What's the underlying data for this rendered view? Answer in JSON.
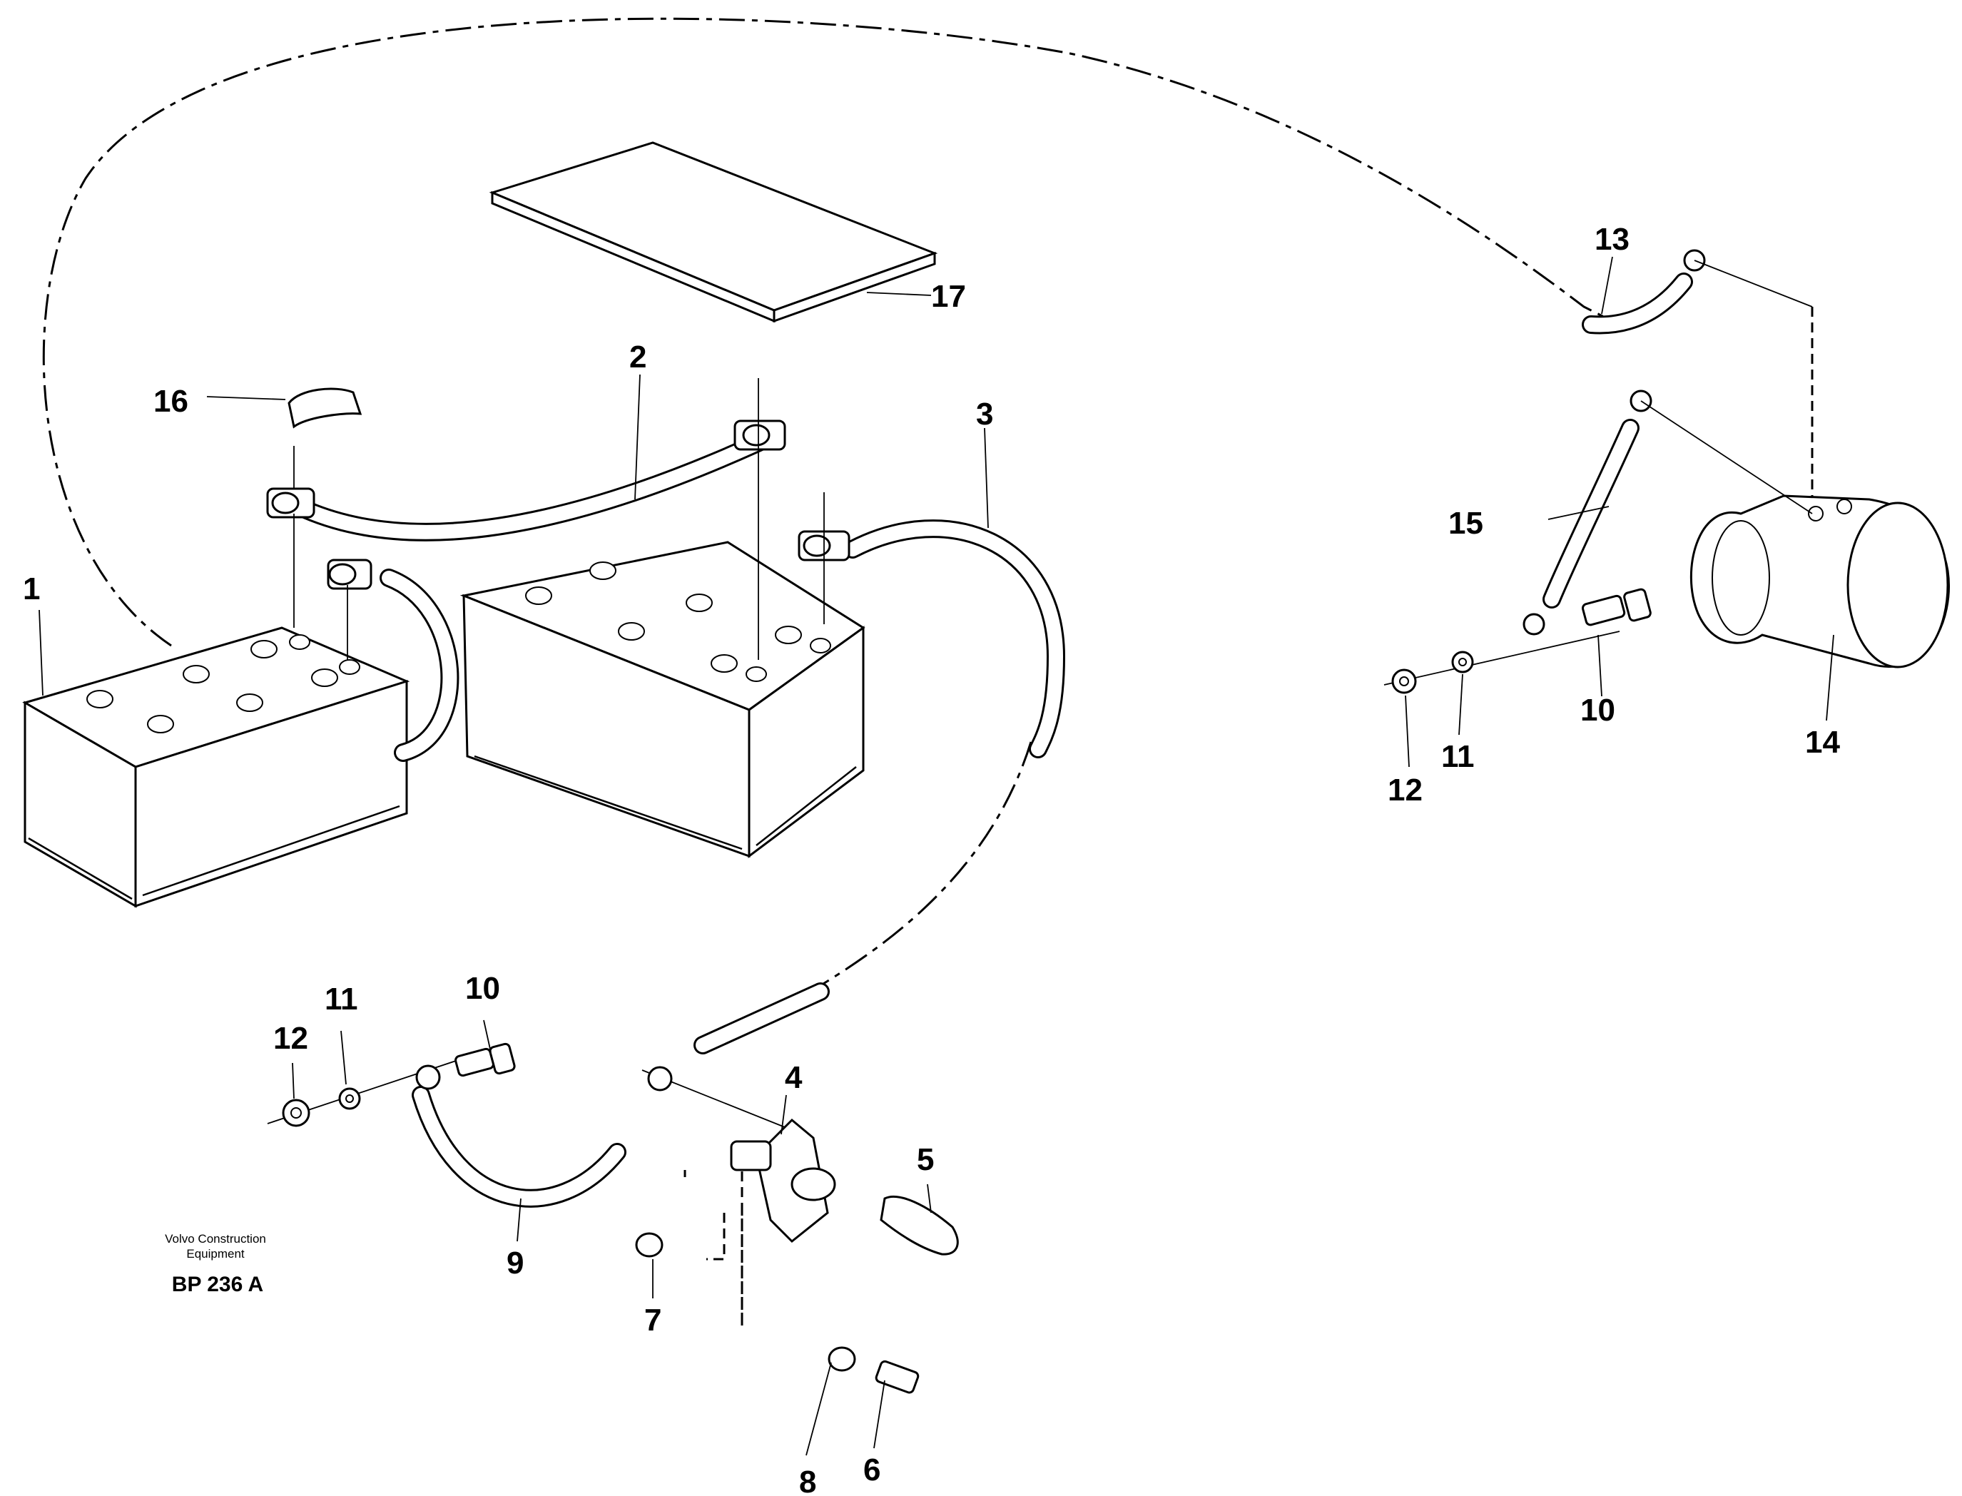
{
  "diagram": {
    "callouts": {
      "c1": "1",
      "c2": "2",
      "c3": "3",
      "c4": "4",
      "c5": "5",
      "c6": "6",
      "c7": "7",
      "c8": "8",
      "c9": "9",
      "c10a": "10",
      "c10b": "10",
      "c11a": "11",
      "c11b": "11",
      "c12a": "12",
      "c12b": "12",
      "c13": "13",
      "c14": "14",
      "c15": "15",
      "c16": "16",
      "c17": "17"
    },
    "footer": {
      "company_line1": "Volvo Construction",
      "company_line2": "Equipment",
      "code": "BP 236 A"
    }
  }
}
